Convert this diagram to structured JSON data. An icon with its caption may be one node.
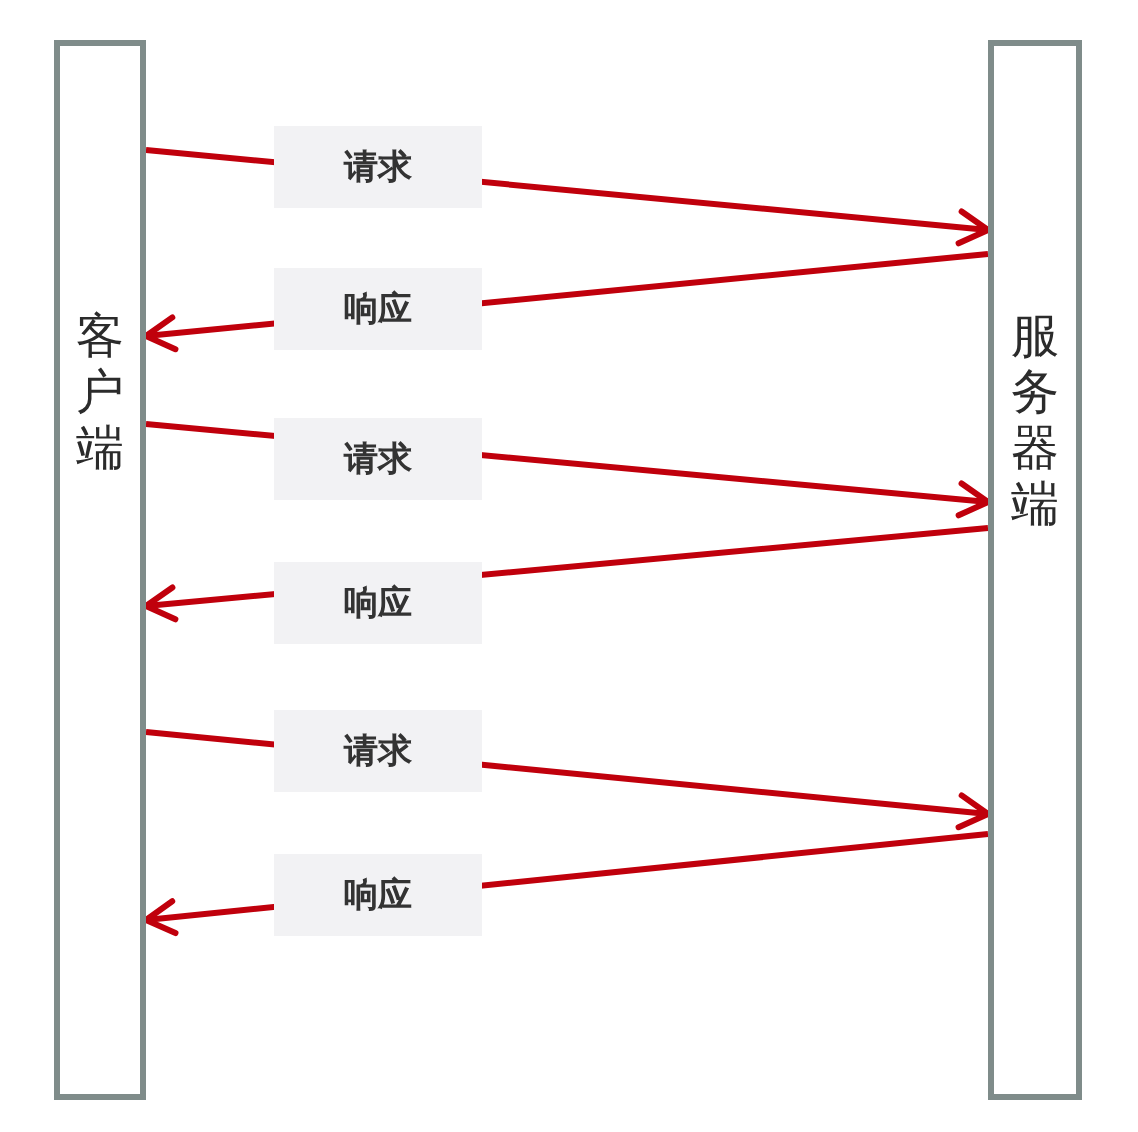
{
  "diagram": {
    "nodes": [
      {
        "text": [
          "客户端"
        ]
      },
      {
        "text": [
          "服务器端"
        ]
      }
    ],
    "edges": [
      {
        "from": 0,
        "to": 1,
        "arrow": "to",
        "label": "请求"
      },
      {
        "from": 1,
        "to": 0,
        "arrow": "to",
        "label": "响应"
      },
      {
        "from": 0,
        "to": 1,
        "arrow": "to",
        "label": "请求"
      },
      {
        "from": 1,
        "to": 0,
        "arrow": "to",
        "label": "响应"
      },
      {
        "from": 0,
        "to": 1,
        "arrow": "to",
        "label": "请求"
      },
      {
        "from": 1,
        "to": 0,
        "arrow": "to",
        "label": "响应"
      }
    ]
  }
}
